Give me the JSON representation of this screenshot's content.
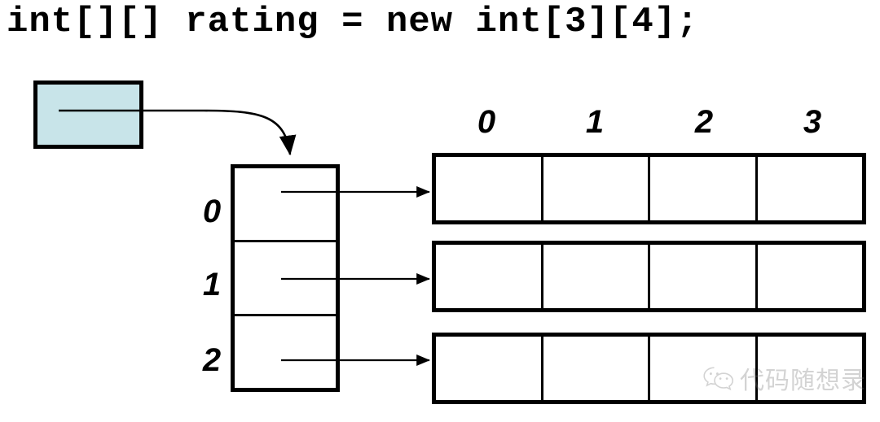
{
  "diagram": {
    "title": "int[][] rating = new int[3][4];",
    "variable_box": {
      "name": "rating-reference-box",
      "fill_color": "#c8e4e9",
      "border_color": "#000000",
      "label": ""
    },
    "pointer_array": {
      "name": "row-pointer-array",
      "length": 3,
      "index_labels": [
        "0",
        "1",
        "2"
      ],
      "cells": [
        "",
        "",
        ""
      ]
    },
    "column_headers": [
      "0",
      "1",
      "2",
      "3"
    ],
    "data_rows": [
      {
        "index": "0",
        "cells": [
          "",
          "",
          "",
          ""
        ]
      },
      {
        "index": "1",
        "cells": [
          "",
          "",
          "",
          ""
        ]
      },
      {
        "index": "2",
        "cells": [
          "",
          "",
          "",
          ""
        ]
      }
    ],
    "arrows": [
      {
        "name": "reference-to-pointer-array",
        "style": "curved"
      },
      {
        "name": "pointer-0-to-row-0",
        "style": "straight"
      },
      {
        "name": "pointer-1-to-row-1",
        "style": "straight"
      },
      {
        "name": "pointer-2-to-row-2",
        "style": "straight"
      }
    ]
  },
  "watermark": {
    "icon": "wechat-icon",
    "text": "代码随想录"
  }
}
